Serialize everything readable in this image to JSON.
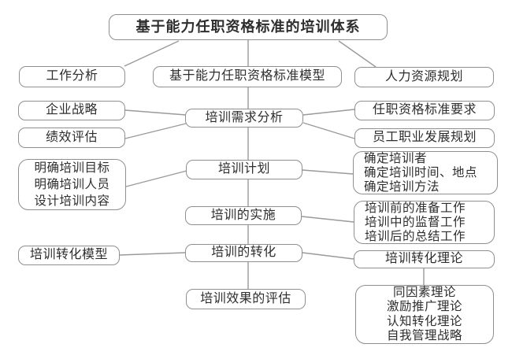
{
  "title": {
    "label": "基于能力任职资格标准的培训体系"
  },
  "nodes": {
    "work_analysis": {
      "label": "工作分析"
    },
    "model": {
      "label": "基于能力任职资格标准模型"
    },
    "hr_planning": {
      "label": "人力资源规划"
    },
    "corporate_strategy": {
      "label": "企业战略"
    },
    "performance_eval": {
      "label": "绩效评估"
    },
    "needs_analysis": {
      "label": "培训需求分析"
    },
    "qualification_req": {
      "label": "任职资格标准要求"
    },
    "career_planning": {
      "label": "员工职业发展规划"
    },
    "plan_inputs": {
      "lines": [
        "明确培训目标",
        "明确培训人员",
        "设计培训内容"
      ]
    },
    "training_plan": {
      "label": "培训计划"
    },
    "plan_outputs": {
      "lines": [
        "确定培训者",
        "确定培训时间、地点",
        "确定培训方法"
      ]
    },
    "implementation": {
      "label": "培训的实施"
    },
    "impl_tasks": {
      "lines": [
        "培训前的准备工作",
        "培训中的监督工作",
        "培训后的总结工作"
      ]
    },
    "transfer_model": {
      "label": "培训转化模型"
    },
    "transfer": {
      "label": "培训的转化"
    },
    "transfer_theory": {
      "label": "培训转化理论"
    },
    "evaluation": {
      "label": "培训效果的评估"
    },
    "theories": {
      "lines": [
        "同因素理论",
        "激励推广理论",
        "认知转化理论",
        "自我管理战略"
      ]
    }
  },
  "colors": {
    "border": "#8f8f8f",
    "line": "#9a9a9a",
    "text": "#2e2e2e",
    "background": "#ffffff"
  }
}
